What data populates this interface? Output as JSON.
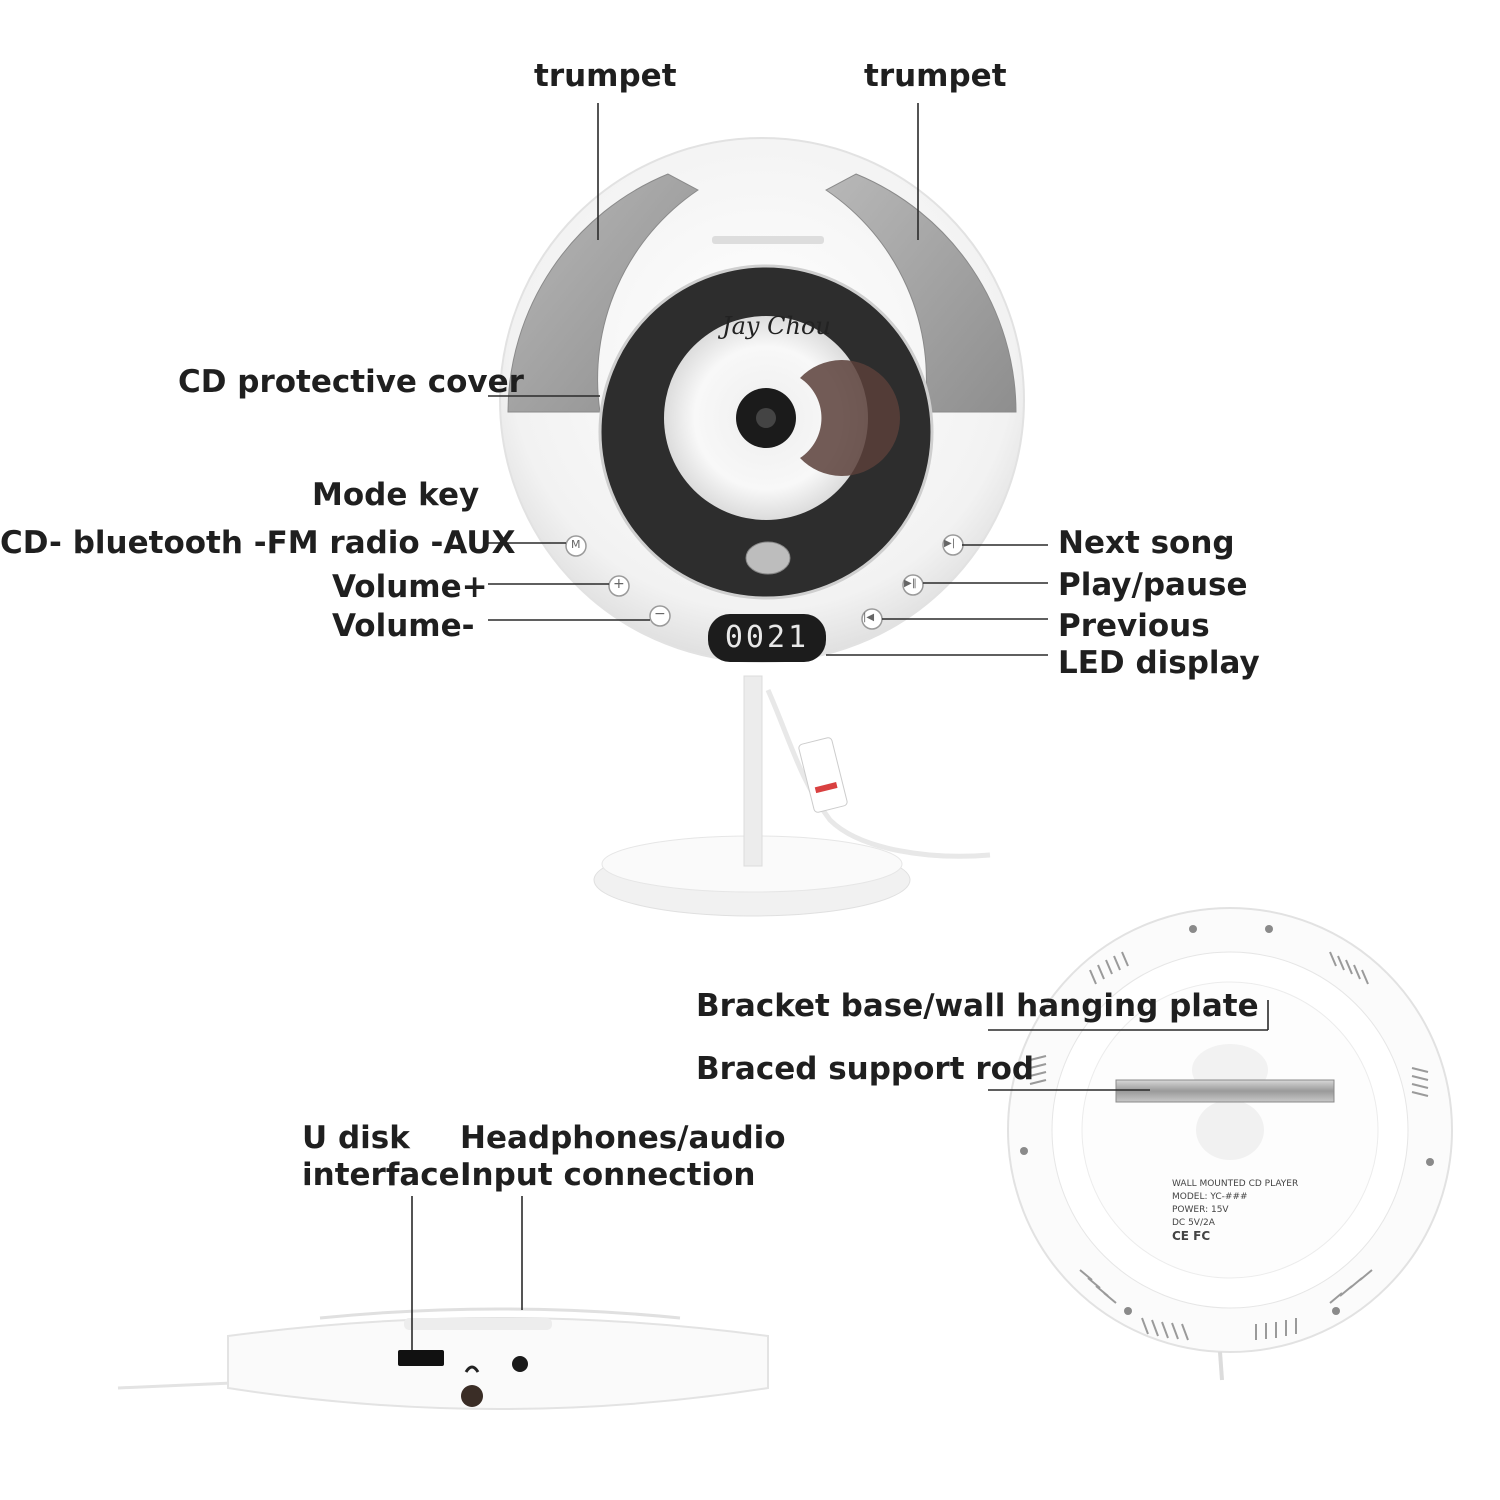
{
  "callouts": {
    "trumpet_left": "trumpet",
    "trumpet_right": "trumpet",
    "cd_cover": "CD protective cover",
    "mode_key": "Mode key",
    "mode_list": "CD- bluetooth -FM radio -AUX",
    "volume_plus": "Volume+",
    "volume_minus": "Volume-",
    "next_song": "Next song",
    "play_pause": "Play/pause",
    "previous": "Previous",
    "led_display": "LED display",
    "bracket_base": "Bracket base/wall hanging plate",
    "support_rod": "Braced support rod",
    "u_disk_1": "U disk",
    "u_disk_2": "interface",
    "headphones_1": "Headphones/audio",
    "headphones_2": "Input connection"
  },
  "device": {
    "led_value": "0021",
    "disc_title": "Jay Chou",
    "button_glyphs": {
      "mode": "M",
      "volume_up": "+",
      "volume_down": "−",
      "next": "▶|",
      "play": "▶‖",
      "prev": "|◀"
    },
    "back_label_lines": [
      "WALL MOUNTED CD PLAYER",
      "MODEL: YC-###",
      "POWER: 15V",
      "DC 5V/2A",
      "CE FC"
    ]
  },
  "colors": {
    "body": "#f6f6f6",
    "speaker_grille": "#a9a9a9",
    "disc_window": "#2c2c2c",
    "led_bg": "#1c1c1c",
    "led_text": "#e8e8e8",
    "leader_line": "#2a2a2a"
  }
}
